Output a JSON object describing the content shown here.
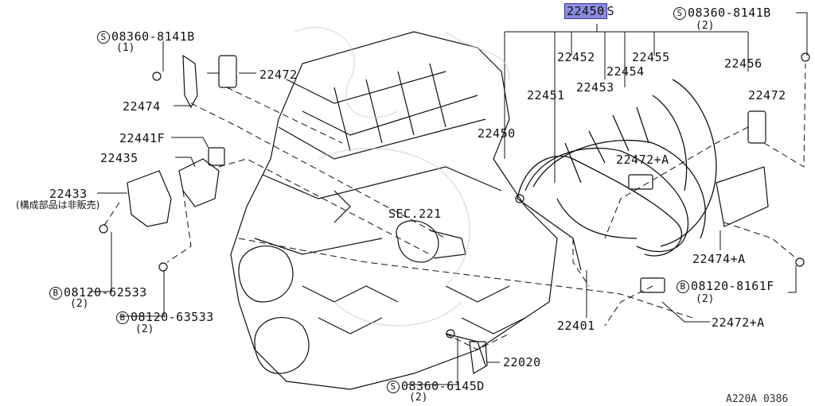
{
  "highlighted_part": "22450",
  "highlight_suffix": "S",
  "parts": {
    "p22452": "22452",
    "p22455": "22455",
    "p22456": "22456",
    "p22454": "22454",
    "p22453": "22453",
    "p22451": "22451",
    "p22450": "22450",
    "p22472_r": "22472",
    "p22472A_top": "22472+A",
    "p22474A": "22474+A",
    "p22472A_bot": "22472+A",
    "p22401": "22401",
    "p22020": "22020",
    "p22472_l": "22472",
    "p22474": "22474",
    "p22441F": "22441F",
    "p22435": "22435",
    "p22433": "22433",
    "sec221": "SEC.221"
  },
  "bolts": {
    "tl_symbol": "S",
    "tl_number": "08360-8141B",
    "tl_qty": "(1)",
    "tr_symbol": "S",
    "tr_number": "08360-8141B",
    "tr_qty": "(2)",
    "b1_symbol": "B",
    "b1_number": "08120-62533",
    "b1_qty": "(2)",
    "b2_symbol": "B",
    "b2_number": "08120-63533",
    "b2_qty": "(2)",
    "br_symbol": "B",
    "br_number": "08120-8161F",
    "br_qty": "(2)",
    "bc_symbol": "S",
    "bc_number": "08360-6145D",
    "bc_qty": "(2)"
  },
  "note_22433": "(構成部品は非販売)",
  "figure_code": "A220A 0386"
}
